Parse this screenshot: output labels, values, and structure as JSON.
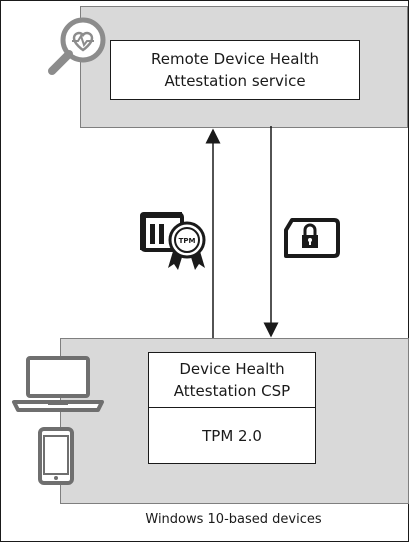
{
  "remote_service": {
    "line1": "Remote Device Health",
    "line2": "Attestation service"
  },
  "device_csp": {
    "line1": "Device Health",
    "line2": "Attestation CSP"
  },
  "tpm": {
    "label": "TPM 2.0"
  },
  "badge_text": "TPM",
  "caption": "Windows 10-based devices",
  "icons": {
    "health_search": "magnifier-heartbeat-icon",
    "certificate": "tpm-certificate-icon",
    "lock": "lock-icon",
    "laptop": "laptop-icon",
    "phone": "phone-icon"
  },
  "colors": {
    "panel": "#d9d9d9",
    "panel_border": "#7f7f7f",
    "ink": "#1a1a1a"
  }
}
